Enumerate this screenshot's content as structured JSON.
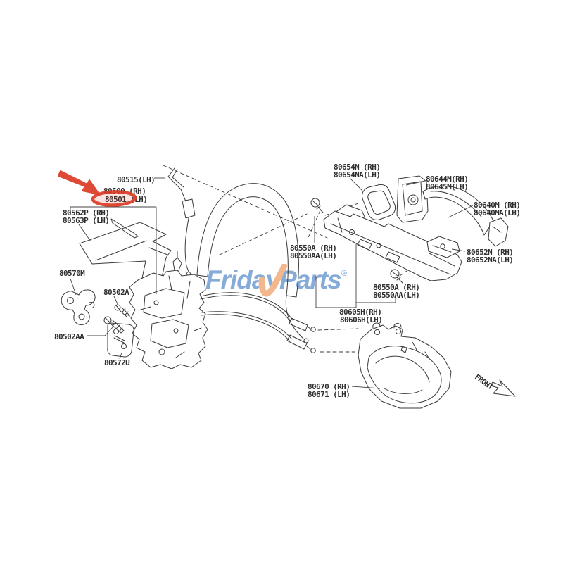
{
  "colors": {
    "line": "#3A3A3A",
    "label_text": "#2E2E2E",
    "highlight_red": "#DC3B26",
    "watermark_blue": "#7FA7D8",
    "watermark_orange": "#F3B488"
  },
  "watermark": {
    "text": "FridayParts",
    "reg": "®"
  },
  "labels": {
    "p80515": "80515(LH)",
    "p80500": "80500 (RH)",
    "p80501": "80501 (LH)",
    "p80562p": "80562P (RH)",
    "p80563p": "80563P (LH)",
    "p80570m": "80570M",
    "p80502a": "80502A",
    "p80502aa": "80502AA",
    "p80572u": "80572U",
    "p80654n": "80654N (RH)",
    "p80654na": "80654NA(LH)",
    "p80644m": "80644M(RH)",
    "p80645m": "80645M(LH)",
    "p80640m": "80640M (RH)",
    "p80640ma": "80640MA(LH)",
    "p80652n": "80652N (RH)",
    "p80652na": "80652NA(LH)",
    "p80550a_left": "80550A (RH)",
    "p80550aa_left": "80550AA(LH)",
    "p80550a_right": "80550A (RH)",
    "p80550aa_right": "80550AA(LH)",
    "p80605h": "80605H(RH)",
    "p80606h": "80606H(LH)",
    "p80670": "80670 (RH)",
    "p80671": "80671 (LH)",
    "front": "FRONT"
  }
}
